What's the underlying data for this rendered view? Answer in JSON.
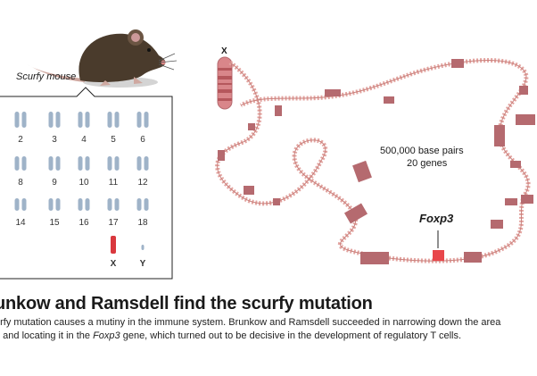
{
  "mouse": {
    "caption": "Scurfy mouse"
  },
  "karyotype": {
    "rows": [
      [
        "2",
        "3",
        "4",
        "5",
        "6"
      ],
      [
        "8",
        "9",
        "10",
        "11",
        "12"
      ],
      [
        "14",
        "15",
        "16",
        "17",
        "18"
      ]
    ],
    "sex": [
      "X",
      "Y"
    ]
  },
  "x_chromosome": {
    "label": "X"
  },
  "zoom": {
    "base_pairs": "500,000 base pairs",
    "genes": "20 genes",
    "highlight_gene": "Foxp3"
  },
  "text": {
    "heading": "unkow and Ramsdell find the scurfy mutation",
    "body_line1": "urfy mutation causes a mutiny in the immune system. Brunkow and Ramsdell succeeded in narrowing down the area",
    "body_line2_pre": "n and locating it in the ",
    "body_line2_gene": "Foxp3",
    "body_line2_post": " gene, which turned out to be decisive in the development of regulatory T cells."
  },
  "colors": {
    "chromosome_blue": "#9fb3c8",
    "x_chromosome": "#d9383e",
    "dna_strand": "#e3a4a0",
    "gene_block": "#b56a6f",
    "foxp3_highlight": "#e8464b",
    "mouse_fur": "#4a3b2c"
  }
}
